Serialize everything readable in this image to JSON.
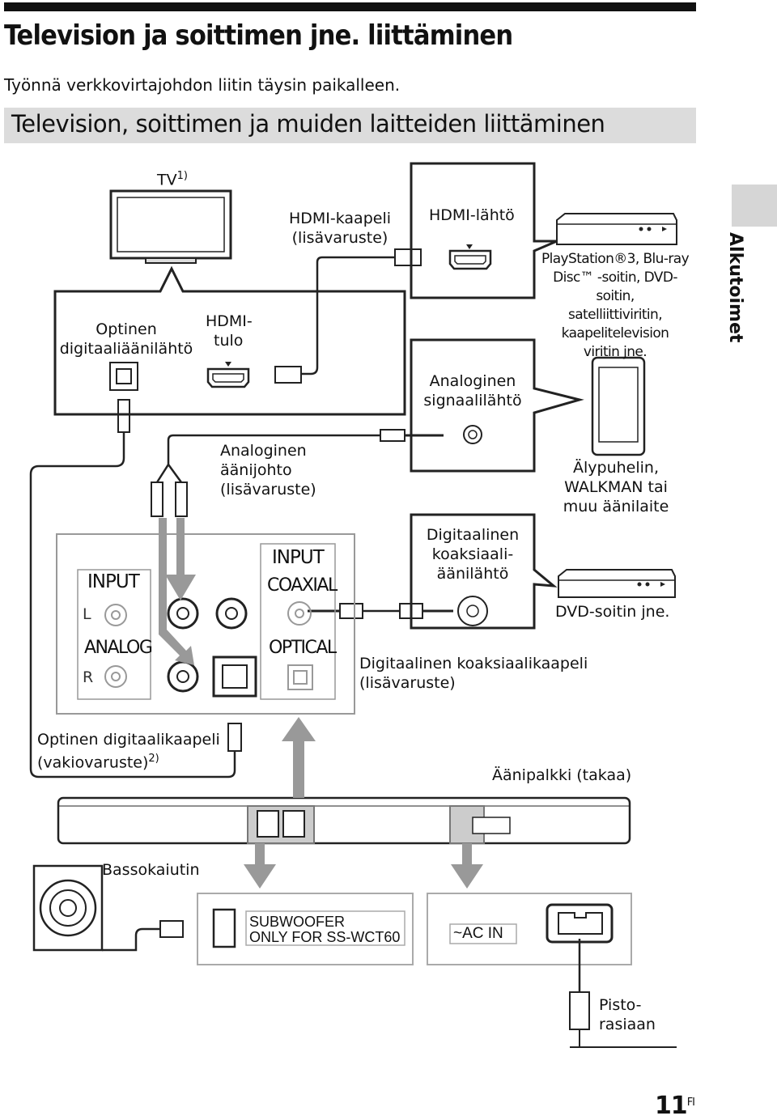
{
  "header": {
    "title": "Television ja soittimen jne. liittäminen",
    "subtitle": "Työnnä verkkovirtajohdon liitin täysin paikalleen.",
    "section_title": "Television, soittimen ja muiden laitteiden liittäminen"
  },
  "side_tab": {
    "label": "Alkutoimet"
  },
  "tv": {
    "label": "TV",
    "label_sup": "1)",
    "optical_out": [
      "Optinen",
      "digitaaliäänilähtö"
    ],
    "hdmi_in": [
      "HDMI-",
      "tulo"
    ]
  },
  "cables": {
    "hdmi_cable": [
      "HDMI-kaapeli",
      "(lisävaruste)"
    ],
    "analog_cable": [
      "Analoginen",
      "äänijohto",
      "(lisävaruste)"
    ],
    "coaxial_cable": [
      "Digitaalinen koaksiaalikaapeli",
      "(lisävaruste)"
    ],
    "optical_cable": [
      "Optinen digitaalikaapeli",
      "(vakiovaruste)"
    ],
    "optical_cable_sup": "2)"
  },
  "player": {
    "hdmi_out": "HDMI-lähtö",
    "devices": [
      "PlayStation®3, Blu-ray",
      "Disc™ -soitin, DVD-soitin,",
      "satelliittiviritin,",
      "kaapelitelevision",
      "viritin jne."
    ]
  },
  "smartphone": {
    "analog_out": [
      "Analoginen",
      "signaalilähtö"
    ],
    "devices": [
      "Älypuhelin,",
      "WALKMAN tai",
      "muu äänilaite"
    ]
  },
  "dvd": {
    "coaxial_out": [
      "Digitaalinen",
      "koaksiaali-",
      "äänilähtö"
    ],
    "label": "DVD-soitin jne."
  },
  "panel": {
    "input_analog": [
      "INPUT",
      "ANALOG"
    ],
    "left": "L",
    "right": "R",
    "input_coaxial": [
      "INPUT",
      "COAXIAL"
    ],
    "optical": "OPTICAL"
  },
  "soundbar": {
    "label": "Äänipalkki (takaa)",
    "subwoofer_port": [
      "SUBWOOFER",
      "ONLY FOR SS-WCT60"
    ],
    "ac_in": "~AC IN"
  },
  "subwoofer": {
    "label": "Bassokaiutin"
  },
  "outlet": {
    "label": [
      "Pisto-",
      "rasiaan"
    ]
  },
  "footer": {
    "page": "11",
    "page_suffix": "FI"
  }
}
